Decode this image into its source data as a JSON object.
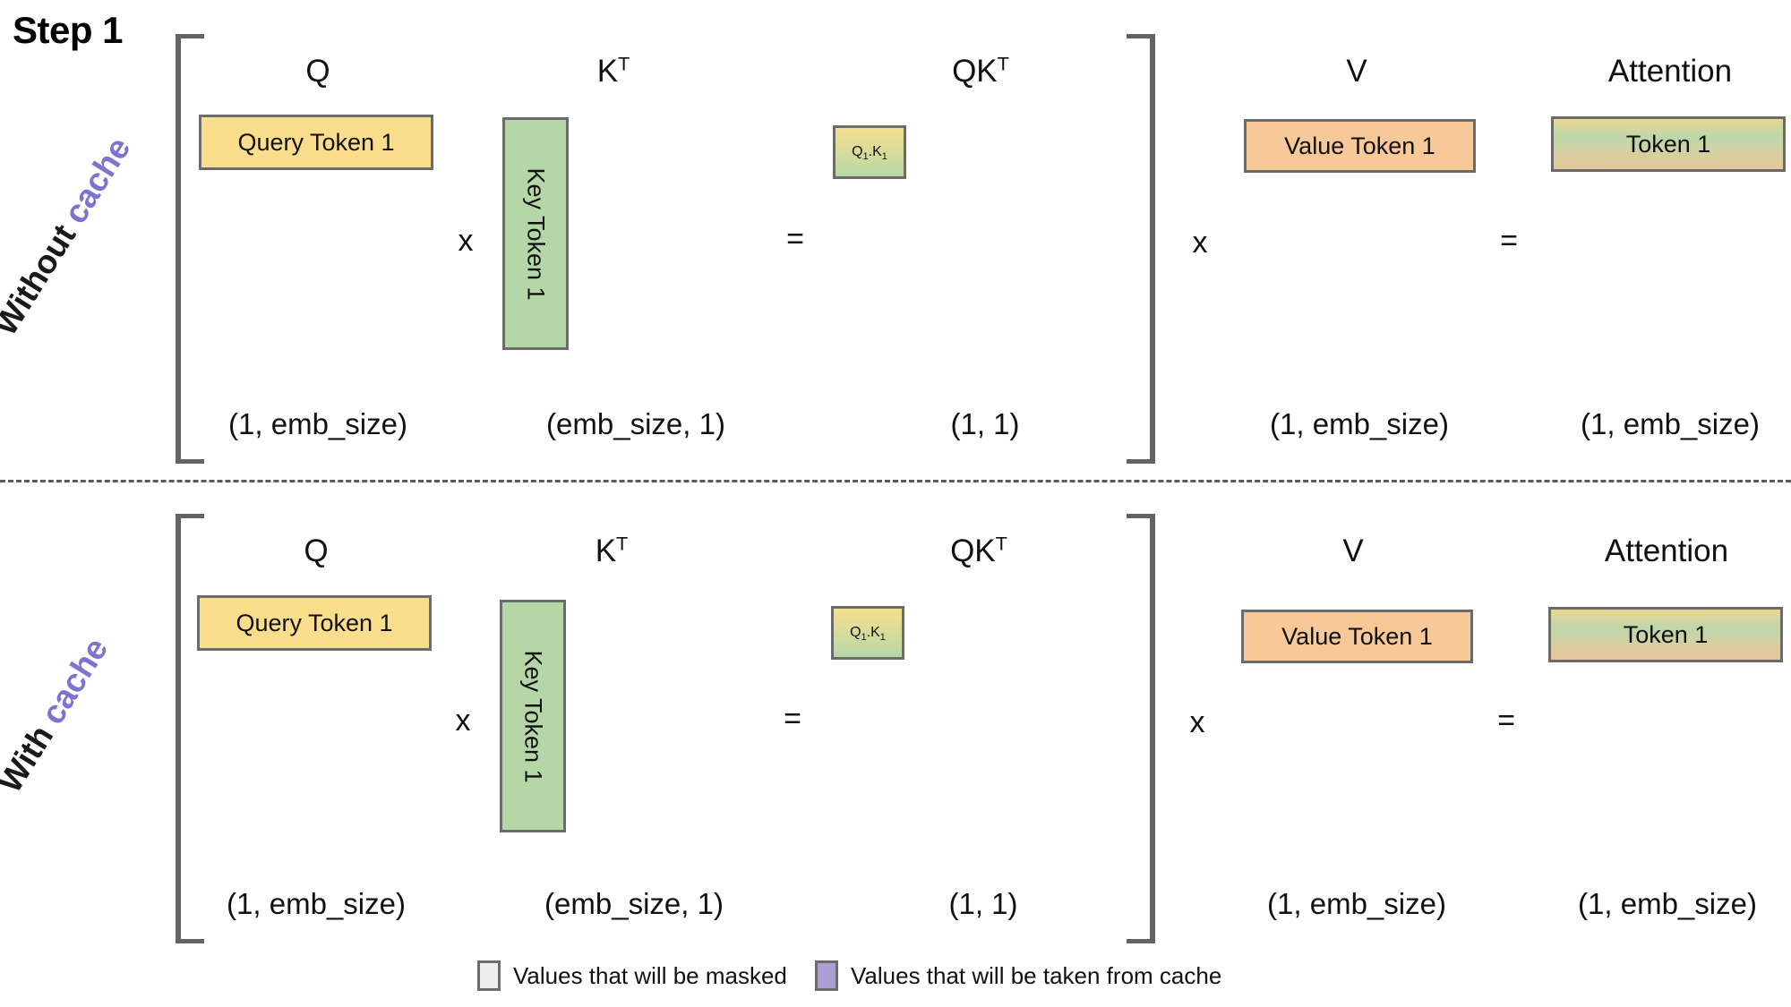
{
  "title": "Step 1",
  "row_labels": {
    "without": {
      "main": "Without",
      "accent": "cache"
    },
    "with": {
      "main": "With",
      "accent": "cache"
    }
  },
  "columns": {
    "q": "Q",
    "kt_base": "K",
    "kt_sup": "T",
    "qkt_base": "QK",
    "qkt_sup": "T",
    "v": "V",
    "attention": "Attention"
  },
  "operators": {
    "multiply": "x",
    "equals": "="
  },
  "boxes": {
    "query": "Query Token 1",
    "key": "Key Token 1",
    "qk_base_q": "Q",
    "qk_sub_q": "1",
    "qk_dot": ".",
    "qk_base_k": "K",
    "qk_sub_k": "1",
    "value": "Value Token 1",
    "attention": "Token 1"
  },
  "dims": {
    "q": "(1, emb_size)",
    "kt": "(emb_size, 1)",
    "qkt": "(1, 1)",
    "v": "(1, emb_size)",
    "attention": "(1, emb_size)"
  },
  "legend": [
    {
      "label": "Values that will be masked",
      "color": "#ededed"
    },
    {
      "label": "Values that will be taken from cache",
      "color": "#aa9ed4"
    }
  ],
  "colors": {
    "query_fill": "#fade8c",
    "key_fill": "#b5d6a7",
    "value_fill": "#f7c898",
    "border": "#6b6b6b",
    "accent_purple": "#7e74cd",
    "bracket": "#636363"
  }
}
